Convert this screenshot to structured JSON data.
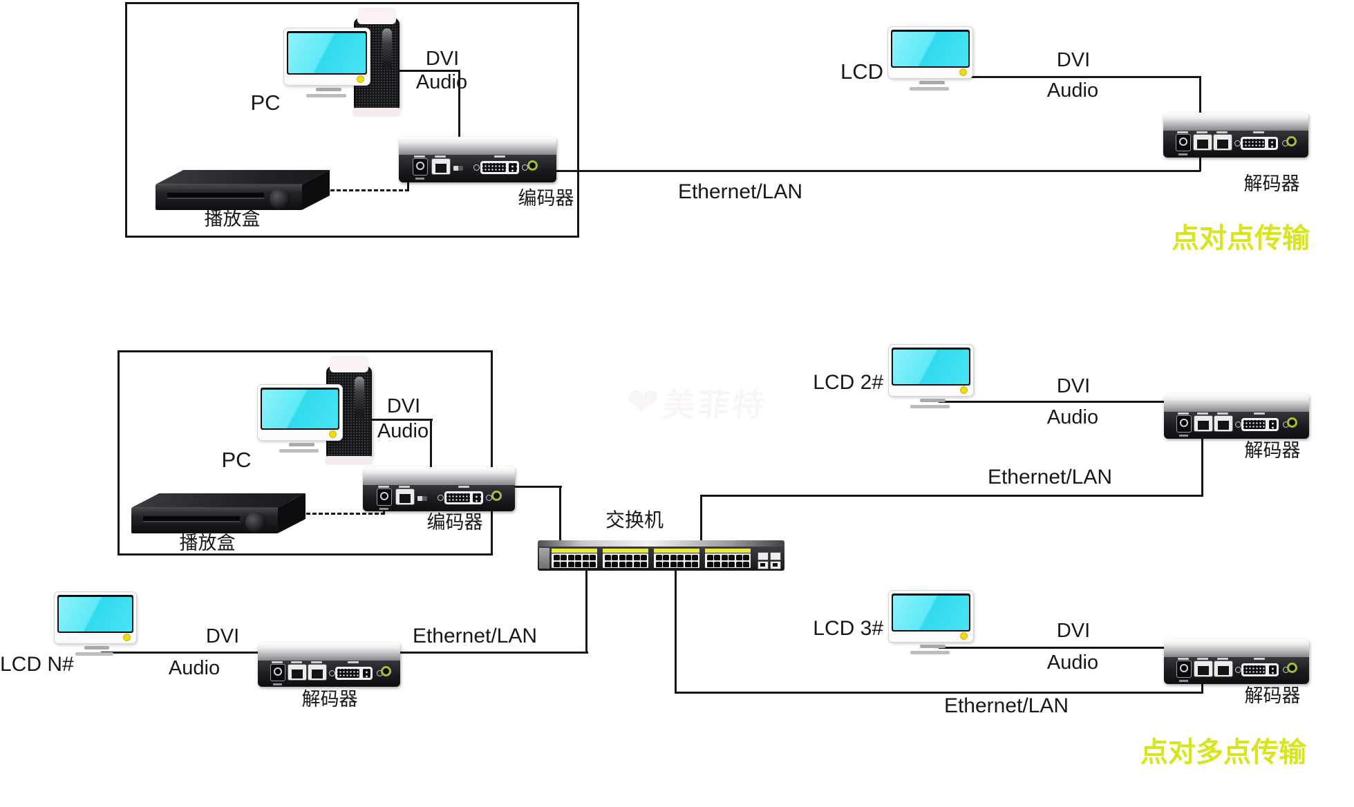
{
  "palette": {
    "accent_title": "#d8e51e",
    "screen_cyan": "#49e3f3",
    "cable": "#151515",
    "switch_strip_yellow": "#e9ea44"
  },
  "watermark": {
    "logo_icon": "heart-logo",
    "text": "美菲特"
  },
  "top": {
    "title": "点对点传输",
    "pc_label": "PC",
    "player_label": "播放盒",
    "encoder_label": "编码器",
    "source_link": {
      "dvi": "DVI",
      "audio": "Audio"
    },
    "ethernet_label": "Ethernet/LAN",
    "lcd_label": "LCD",
    "display_link": {
      "dvi": "DVI",
      "audio": "Audio"
    },
    "decoder_label": "解码器"
  },
  "bottom": {
    "title": "点对多点传输",
    "pc_label": "PC",
    "player_label": "播放盒",
    "encoder_label": "编码器",
    "source_link": {
      "dvi": "DVI",
      "audio": "Audio"
    },
    "switch_label": "交换机",
    "branch_lcd2": {
      "lcd_label": "LCD 2#",
      "dvi": "DVI",
      "audio": "Audio",
      "ethernet_label": "Ethernet/LAN",
      "decoder_label": "解码器"
    },
    "branch_lcd3": {
      "lcd_label": "LCD 3#",
      "dvi": "DVI",
      "audio": "Audio",
      "ethernet_label": "Ethernet/LAN",
      "decoder_label": "解码器"
    },
    "branch_lcdn": {
      "lcd_label": "LCD N#",
      "dvi": "DVI",
      "audio": "Audio",
      "ethernet_label": "Ethernet/LAN",
      "decoder_label": "解码器"
    }
  }
}
